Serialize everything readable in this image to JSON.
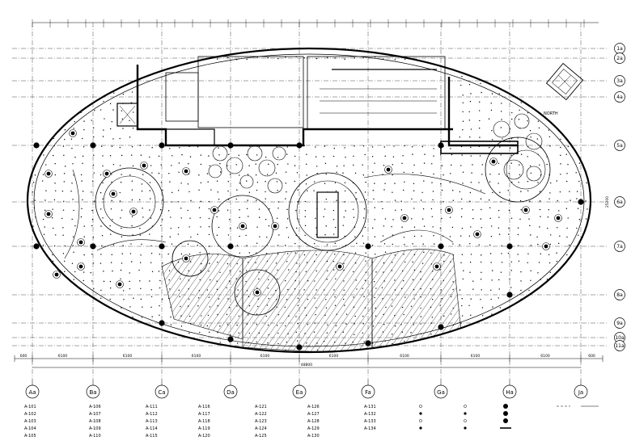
{
  "grid": {
    "columns": [
      "Aa",
      "Ba",
      "Ca",
      "Da",
      "Ea",
      "Fa",
      "Ga",
      "Ha",
      "Ja"
    ],
    "rows": [
      "1a",
      "2a",
      "3a",
      "4a",
      "5a",
      "6a",
      "7a",
      "8a",
      "9a",
      "10a",
      "11a"
    ]
  },
  "dimensions": {
    "bottom_segments": [
      "600",
      "6100",
      "6100",
      "6100",
      "6100",
      "6100",
      "6100",
      "6100",
      "6100",
      "600"
    ],
    "bottom_overall": "48800",
    "right_overall": "25200"
  },
  "compass_label": "NORTH",
  "legend": [
    [
      "A-101",
      "A-102",
      "A-103",
      "A-104",
      "A-105"
    ],
    [
      "A-106",
      "A-107",
      "A-108",
      "A-109",
      "A-110"
    ],
    [
      "A-111",
      "A-112",
      "A-113",
      "A-114",
      "A-115"
    ],
    [
      "A-116",
      "A-117",
      "A-118",
      "A-119",
      "A-120"
    ],
    [
      "A-121",
      "A-122",
      "A-123",
      "A-124",
      "A-125"
    ],
    [
      "A-126",
      "A-127",
      "A-128",
      "A-129",
      "A-130"
    ],
    [
      "A-131",
      "A-132",
      "A-133",
      "A-134"
    ]
  ]
}
